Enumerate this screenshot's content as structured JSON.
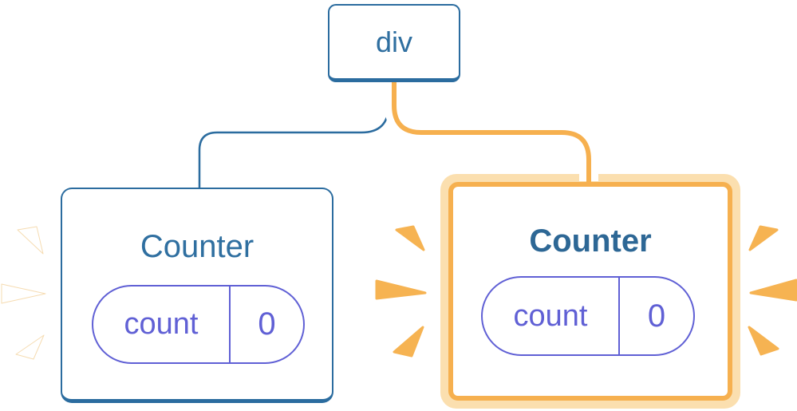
{
  "diagram": {
    "description": "React component tree: div root with two Counter children, each holding state count=0; right Counter highlighted as just-updated",
    "root": {
      "label": "div"
    },
    "counters": [
      {
        "title": "Counter",
        "state_key": "count",
        "state_value": "0",
        "highlighted": false
      },
      {
        "title": "Counter",
        "state_key": "count",
        "state_value": "0",
        "highlighted": true
      }
    ]
  },
  "colors": {
    "node_blue": "#2B6C9F",
    "text_blue": "#2F6FA0",
    "state_purple": "#6060D5",
    "highlight_orange": "#F6B04F",
    "highlight_orange_light": "#FBDFAF",
    "sparkle_white": "#FFFFFF",
    "background": "#FFFFFF"
  }
}
